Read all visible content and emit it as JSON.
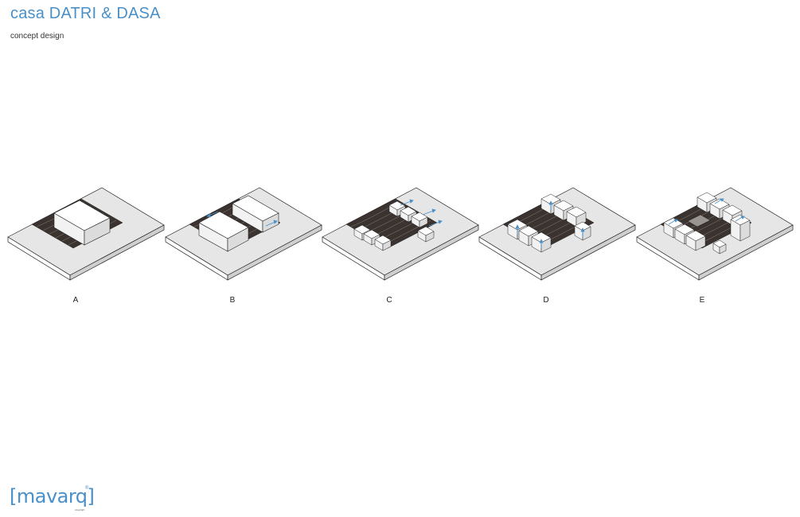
{
  "header": {
    "title": "casa DATRI & DASA",
    "subtitle": "concept design"
  },
  "diagrams": [
    {
      "label": "A"
    },
    {
      "label": "B"
    },
    {
      "label": "C"
    },
    {
      "label": "D"
    },
    {
      "label": "E"
    }
  ],
  "logo": {
    "text": "[mavarq]",
    "registered": "®",
    "sub": "copyright"
  },
  "colors": {
    "title": "#4a90c8",
    "arrows": "#4a90c8",
    "terrain": "#3a332f",
    "pavement": "#d9d9d9"
  }
}
